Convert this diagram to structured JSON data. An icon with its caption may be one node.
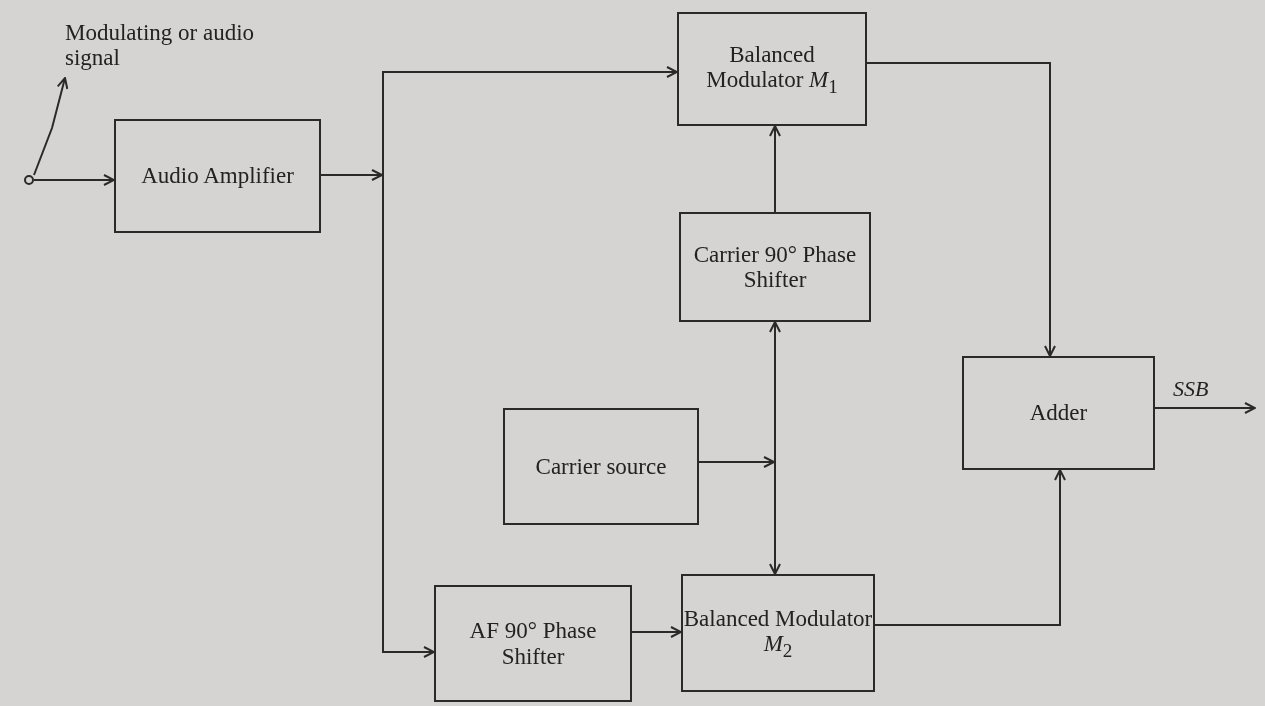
{
  "diagram": {
    "nodes": [
      {
        "text": [
          "Modulating or audio signal"
        ]
      },
      {
        "text": [],
        "shape": "circle"
      },
      {
        "text": [
          "Audio Amplifier"
        ]
      },
      {
        "text": [
          "Balanced Modulator *M*$_{1}$"
        ]
      },
      {
        "text": [
          "Carrier 90° Phase Shifter"
        ]
      },
      {
        "text": [
          "Carrier source"
        ]
      },
      {
        "text": [
          "AF 90° Phase Shifter"
        ]
      },
      {
        "text": [
          "Balanced Modulator *M*$_{2}$"
        ]
      },
      {
        "text": [
          "Adder"
        ]
      }
    ],
    "edges": [
      {
        "from": 1,
        "to": 0,
        "arrow": "to"
      },
      {
        "from": 1,
        "to": 2,
        "arrow": "to"
      },
      {
        "from": 2,
        "to": 3,
        "arrow": "to"
      },
      {
        "from": 2,
        "to": 6,
        "arrow": "to"
      },
      {
        "from": 4,
        "to": 3,
        "arrow": "to"
      },
      {
        "from": 5,
        "to": 4,
        "arrow": "to"
      },
      {
        "from": 5,
        "to": 7,
        "arrow": "to"
      },
      {
        "from": 6,
        "to": 7,
        "arrow": "to"
      },
      {
        "from": 3,
        "to": 8,
        "arrow": "to"
      },
      {
        "from": 7,
        "to": 8,
        "arrow": "to"
      },
      {
        "from": 8,
        "to": null,
        "arrow": "to",
        "label": "SSB"
      }
    ]
  }
}
